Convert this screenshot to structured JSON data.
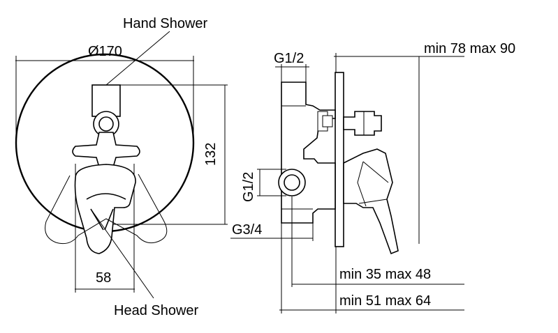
{
  "front_view": {
    "hand_shower_label": "Hand Shower",
    "diameter_label": "Ø170",
    "height_label": "132",
    "width_label": "58",
    "head_shower_label": "Head Shower"
  },
  "side_view": {
    "top_thread_label": "G1/2",
    "side_thread_label": "G1/2",
    "bottom_thread_label": "G3/4",
    "overall_depth_label": "min 78 max 90",
    "mid_depth_label": "min 35 max 48",
    "base_depth_label": "min 51 max 64"
  },
  "colors": {
    "line": "#000000",
    "background": "#ffffff"
  }
}
